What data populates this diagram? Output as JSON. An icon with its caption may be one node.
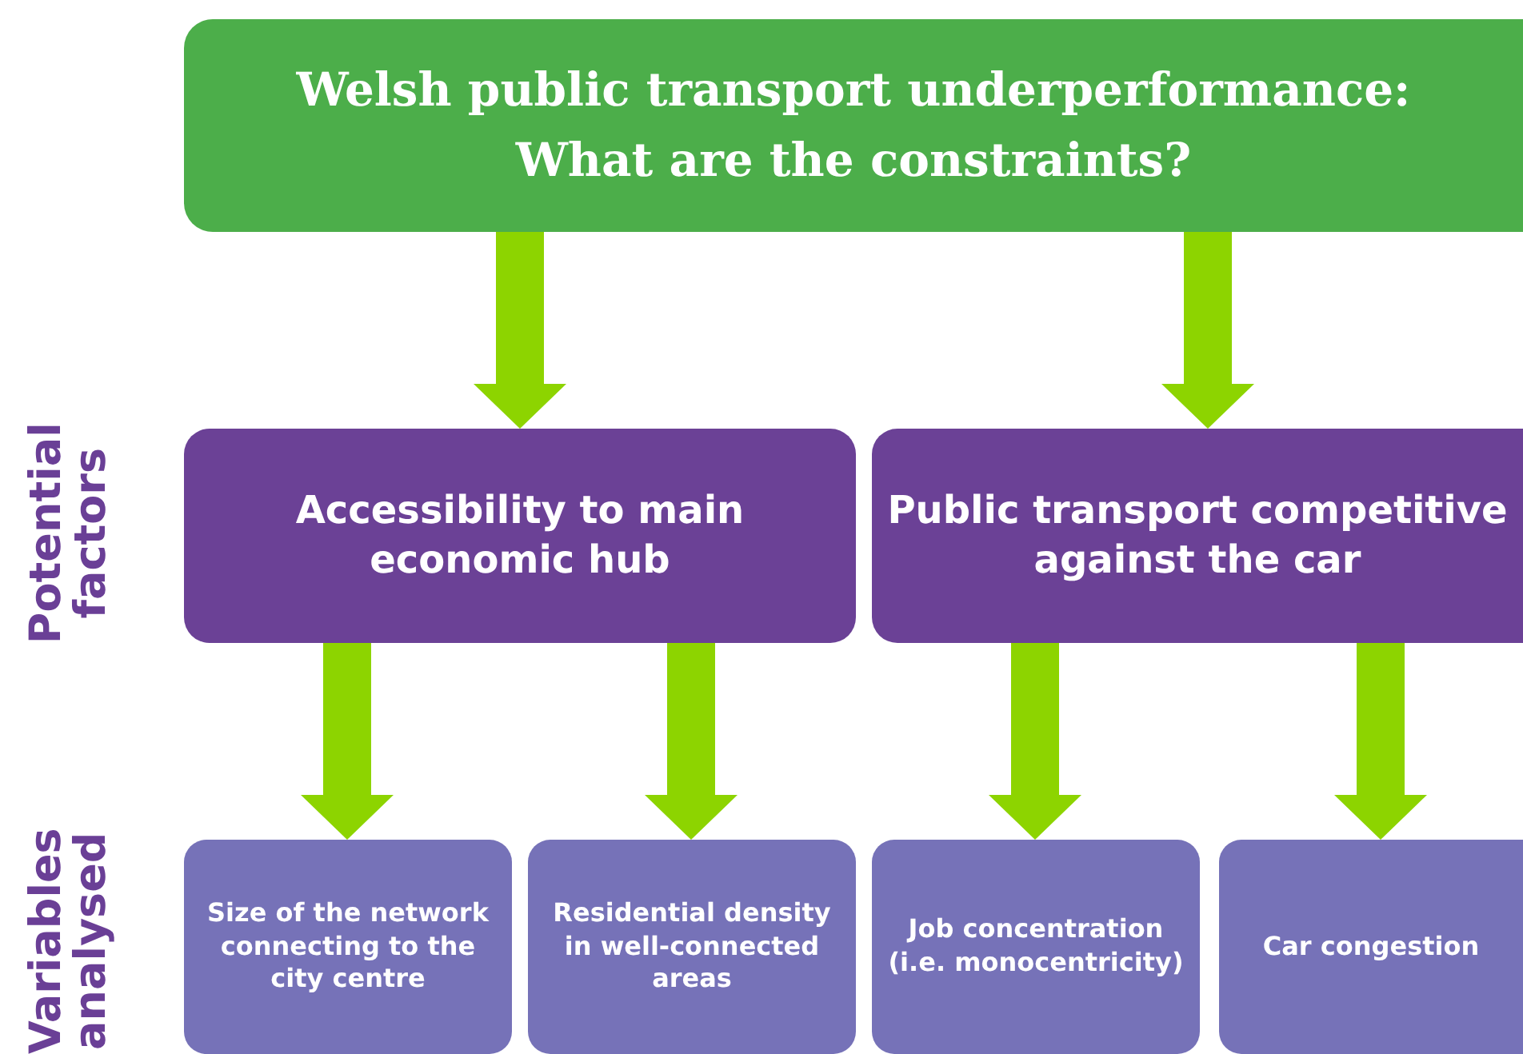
{
  "diagram": {
    "nodes": [
      {
        "text": [
          "Welsh public transport underperformance: What are the constraints?"
        ]
      },
      {
        "text": [
          "Accessibility to main economic hub"
        ]
      },
      {
        "text": [
          "Public transport competitive against the car"
        ]
      },
      {
        "text": [
          "Size of the network connecting to the city centre"
        ]
      },
      {
        "text": [
          "Residential density in well-connected areas"
        ]
      },
      {
        "text": [
          "Job concentration (i.e. monocentricity)"
        ]
      },
      {
        "text": [
          "Car congestion"
        ]
      }
    ],
    "edges": [
      {
        "from": 0,
        "to": 1,
        "arrow": "to"
      },
      {
        "from": 0,
        "to": 2,
        "arrow": "to"
      },
      {
        "from": 1,
        "to": 3,
        "arrow": "to"
      },
      {
        "from": 1,
        "to": 4,
        "arrow": "to"
      },
      {
        "from": 2,
        "to": 5,
        "arrow": "to"
      },
      {
        "from": 2,
        "to": 6,
        "arrow": "to"
      }
    ],
    "labels": [
      "Potential factors",
      "Variables analysed"
    ]
  }
}
